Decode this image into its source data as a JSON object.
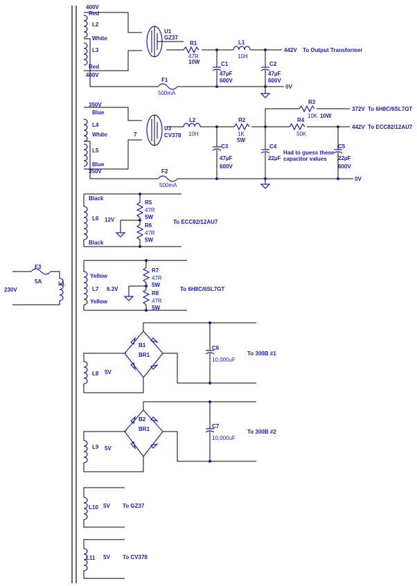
{
  "mains": {
    "voltage": "230V",
    "fuse_id": "F3",
    "fuse_rating": "5A",
    "coil_id": "L1"
  },
  "hv1": {
    "top_v": "400V",
    "red_top": "Red",
    "l2": "L2",
    "white": "White",
    "l3": "L3",
    "red_bot": "Red",
    "bot_v": "400V",
    "tube_id": "U1",
    "tube_type": "GZ37",
    "r1_id": "R1",
    "r1_val": "47R",
    "r1_w": "10W",
    "ch_id": "L1",
    "ch_val": "10H",
    "c1_id": "C1",
    "c1_val": "47µF",
    "c1_v": "600V",
    "c2_id": "C2",
    "c2_val": "47µF",
    "c2_v": "600V",
    "out": "442V",
    "out_dest": "To Output Transformer",
    "fuse_id": "F1",
    "fuse_val": "500mA",
    "gnd": "0V"
  },
  "hv2": {
    "top_v": "350V",
    "blue_top": "Blue",
    "l4": "L4",
    "white": "White",
    "seven": "7",
    "l5": "L5",
    "blue_bot": "Blue",
    "bot_v": "350V",
    "tube_id": "U3",
    "tube_type": "CV378",
    "ch_id": "L2",
    "ch_val": "10H",
    "r2_id": "R2",
    "r2_val": "1K",
    "r2_w": "5W",
    "r3_id": "R3",
    "r3_val": "10K",
    "r3_w": "10W",
    "r4_id": "R4",
    "r4_val": "50K",
    "out1": "372V",
    "out1_dest": "To 6H8C/6SL7GT",
    "out2": "442V",
    "out2_dest": "To ECC82/12AU7",
    "c3_id": "C3",
    "c3_val": "47µF",
    "c3_v": "600V",
    "c4_id": "C4",
    "c4_val": "22µF",
    "note1": "Had to guess these",
    "note2": "capacitor values",
    "c5_id": "C5",
    "c5_val": "22µF",
    "c5_v": "600V",
    "fuse_id": "F2",
    "fuse_val": "500mA",
    "gnd": "0V"
  },
  "htr1": {
    "top": "Black",
    "coil": "L6",
    "volt": "12V",
    "r5": "R5",
    "r5_val": "47R",
    "r5_w": "5W",
    "r6": "R6",
    "r6_val": "47R",
    "r6_w": "5W",
    "dest": "To ECC82/12AU7",
    "bot": "Black"
  },
  "htr2": {
    "top": "Yellow",
    "coil": "L7",
    "volt": "6.3V",
    "bot": "Yellow",
    "r7": "R7",
    "r7_val": "47R",
    "r7_w": "5W",
    "r8": "R8",
    "r8_val": "47R",
    "r8_w": "5W",
    "dest": "To 6H8C/6SL7GT"
  },
  "fil1": {
    "b_id": "B1",
    "b_name": "BR1",
    "coil": "L8",
    "volt": "5V",
    "c_id": "C6",
    "c_val": "10,000uF",
    "dest": "To 300B #1"
  },
  "fil2": {
    "b_id": "B2",
    "b_name": "BR1",
    "coil": "L9",
    "volt": "5V",
    "c_id": "C7",
    "c_val": "10,000uF",
    "dest": "To 300B #2"
  },
  "fil3": {
    "coil": "L10",
    "volt": "5V",
    "dest": "To GZ37"
  },
  "fil4": {
    "coil": "L11",
    "volt": "5V",
    "dest": "To CV378"
  }
}
